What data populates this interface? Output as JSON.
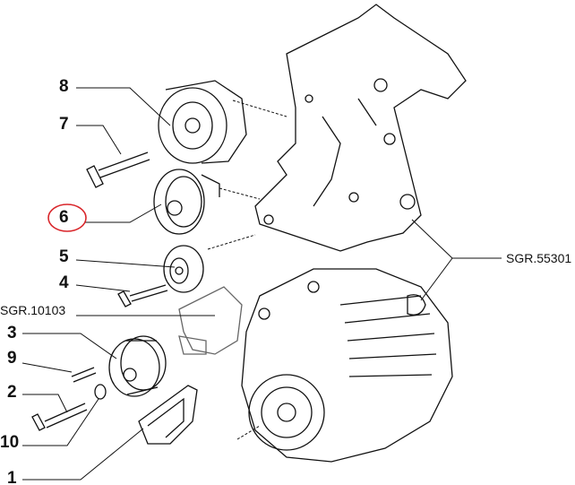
{
  "callouts": [
    {
      "id": "8",
      "label": "8"
    },
    {
      "id": "7",
      "label": "7"
    },
    {
      "id": "6",
      "label": "6",
      "highlighted": true
    },
    {
      "id": "5",
      "label": "5"
    },
    {
      "id": "4",
      "label": "4"
    },
    {
      "id": "3",
      "label": "3"
    },
    {
      "id": "9",
      "label": "9"
    },
    {
      "id": "2",
      "label": "2"
    },
    {
      "id": "10",
      "label": "10"
    },
    {
      "id": "1",
      "label": "1"
    }
  ],
  "references": {
    "left": "SGR.10103",
    "right": "SGR.55301"
  },
  "highlight_color": "#d9262b"
}
